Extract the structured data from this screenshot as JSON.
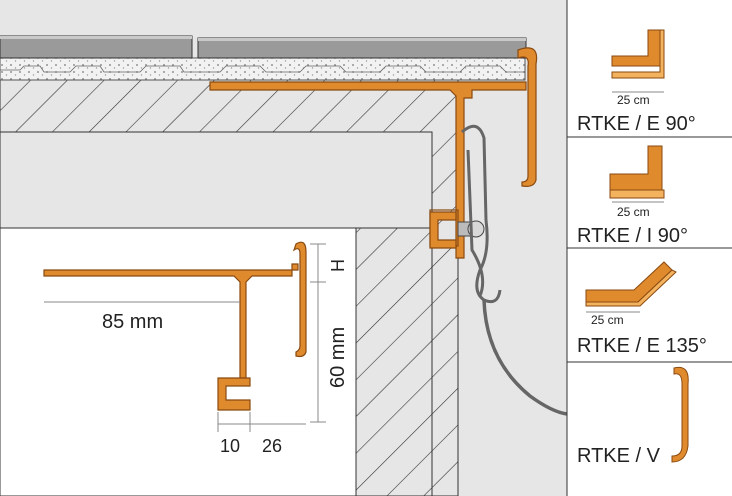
{
  "colors": {
    "profile_orange": "#e08a2e",
    "profile_outline": "#8a4a10",
    "wall_grey": "#e6e6e6",
    "hatch": "#333333",
    "tile_grey": "#9a9a9a",
    "mortar": "#f2f2f2",
    "bracket_grey": "#888888"
  },
  "detail": {
    "width_label": "85 mm",
    "height_label": "60 mm",
    "h_label": "H",
    "dim_left": "10",
    "dim_right": "26"
  },
  "variants": [
    {
      "code": "RTKE / E 90°",
      "dim": "25 cm",
      "icon": "outer-corner-90-icon"
    },
    {
      "code": "RTKE / I 90°",
      "dim": "25 cm",
      "icon": "inner-corner-90-icon"
    },
    {
      "code": "RTKE / E 135°",
      "dim": "25 cm",
      "icon": "outer-corner-135-icon"
    },
    {
      "code": "RTKE / V",
      "dim": "",
      "icon": "connector-icon"
    }
  ]
}
